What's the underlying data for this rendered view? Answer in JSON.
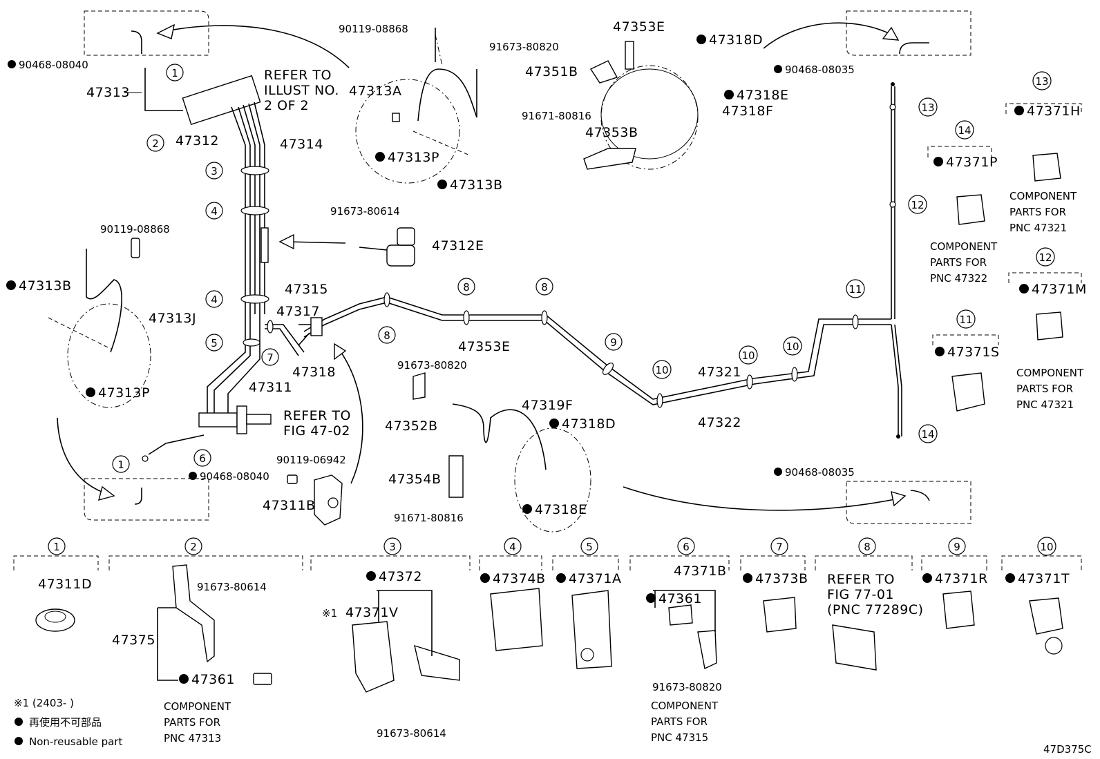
{
  "diagram_code": "47D375C",
  "labels": {
    "p47313": "47313",
    "p47312": "47312",
    "p47314": "47314",
    "p47315": "47315",
    "p47317": "47317",
    "p47318": "47318",
    "p47311": "47311",
    "p47321": "47321",
    "p47322": "47322",
    "p47313A": "47313A",
    "p47313J": "47313J",
    "p47311B": "47311B",
    "p47312E": "47312E",
    "p47353E_top": "47353E",
    "p47351B": "47351B",
    "p47353B": "47353B",
    "p47318F": "47318F",
    "p47353E_mid": "47353E",
    "p47352B": "47352B",
    "p47354B": "47354B",
    "p47319F": "47319F",
    "b90119_08868_a": "90119-08868",
    "b90119_08868_b": "90119-08868",
    "b90119_06942": "90119-06942",
    "b91673_80820_a": "91673-80820",
    "b91671_80816_a": "91671-80816",
    "b91673_80614_a": "91673-80614",
    "b91673_80820_b": "91673-80820",
    "b91671_80816_b": "91671-80816",
    "b91673_80614_b": "91673-80614",
    "b91673_80614_c": "91673-80614",
    "b91673_80820_c": "91673-80820",
    "p47375": "47375",
    "p47311D": "47311D"
  },
  "dotted_labels": {
    "c90468_08040_a": "90468-08040",
    "c90468_08040_b": "90468-08040",
    "c90468_08035_a": "90468-08035",
    "c90468_08035_b": "90468-08035",
    "c47313P_a": "47313P",
    "c47313B_a": "47313B",
    "c47313B_b": "47313B",
    "c47313P_b": "47313P",
    "c47318D_a": "47318D",
    "c47318E_a": "47318E",
    "c47318D_b": "47318D",
    "c47318E_b": "47318E",
    "c47371H": "47371H",
    "c47371P": "47371P",
    "c47371M": "47371M",
    "c47371S": "47371S",
    "c47361_a": "47361",
    "c47372": "47372",
    "c47374B": "47374B",
    "c47371A": "47371A",
    "c47361_b": "47361",
    "c47373B": "47373B",
    "c47371R": "47371R",
    "c47371T": "47371T"
  },
  "plain_labels": {
    "p47371B": "47371B",
    "p47371V": "47371V",
    "star1": "※1"
  },
  "refer": {
    "illust_1": "REFER TO",
    "illust_2": "ILLUST NO.",
    "illust_3": "2 OF 2",
    "fig4702_1": "REFER TO",
    "fig4702_2": "FIG 47-02",
    "fig7701_1": "REFER TO",
    "fig7701_2": "FIG 77-01",
    "fig7701_3": "(PNC 77289C)"
  },
  "components": {
    "h_1": "COMPONENT",
    "h_2": "PARTS FOR",
    "h_3": "PNC 47321",
    "p_1": "COMPONENT",
    "p_2": "PARTS FOR",
    "p_3": "PNC 47322",
    "m_1": "COMPONENT",
    "m_2": "PARTS FOR",
    "m_3": "PNC 47321",
    "c2_1": "COMPONENT",
    "c2_2": "PARTS FOR",
    "c2_3": "PNC 47313",
    "c6_1": "COMPONENT",
    "c6_2": "PARTS FOR",
    "c6_3": "PNC 47315"
  },
  "legend": {
    "note1": "※1 (2403-       )",
    "jp": "再使用不可部品",
    "en": "Non-reusable part"
  },
  "callouts": {
    "n1": "1",
    "n2": "2",
    "n3": "3",
    "n4": "4",
    "n5": "5",
    "n6": "6",
    "n7": "7",
    "n8": "8",
    "n9": "9",
    "n10": "10",
    "n11": "11",
    "n12": "12",
    "n13": "13",
    "n14": "14"
  }
}
